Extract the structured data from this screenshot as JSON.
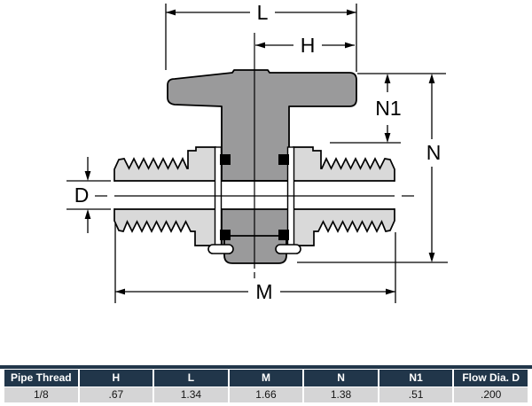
{
  "diagram": {
    "labels": {
      "length": "L",
      "handle": "H",
      "handle_height": "N1",
      "total_height": "N",
      "width": "M",
      "flow_dia": "D"
    }
  },
  "table": {
    "headers": [
      "Pipe Thread",
      "H",
      "L",
      "M",
      "N",
      "N1",
      "Flow Dia. D"
    ],
    "rows": [
      [
        "1/8",
        ".67",
        "1.34",
        "1.66",
        "1.38",
        ".51",
        ".200"
      ]
    ]
  },
  "colors": {
    "handle_gray": "#9a9a9b",
    "body_gray": "#d9d9d9",
    "outline": "#000000",
    "table_header_bg": "#21364a",
    "table_row_bg": "#d5d5d6"
  }
}
